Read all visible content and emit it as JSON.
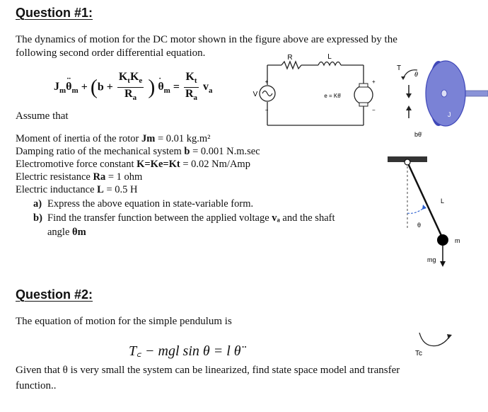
{
  "q1": {
    "heading": "Question #1:",
    "intro": "The dynamics of motion for the DC motor shown in the figure above are expressed by the following second order differential equation.",
    "assume": "Assume that",
    "givens": [
      {
        "pre": "Moment of inertia of the rotor ",
        "sym": "Jm",
        "post": " = 0.01 kg.m²"
      },
      {
        "pre": "Damping ratio of the mechanical system ",
        "sym": "b",
        "post": " = 0.001 N.m.sec"
      },
      {
        "pre": "Electromotive force constant ",
        "sym": "K=Ke=Kt",
        "post": " = 0.02 Nm/Amp"
      },
      {
        "pre": "Electric resistance ",
        "sym": "Ra",
        "post": " = 1 ohm"
      },
      {
        "pre": "Electric inductance ",
        "sym": "L",
        "post": " = 0.5 H"
      }
    ],
    "items": [
      {
        "label": "a)",
        "text": "Express the above equation in state-variable form."
      },
      {
        "label": "b)",
        "text1": "Find the transfer function between the applied voltage ",
        "sym1": "vₐ",
        "text2": " and the shaft",
        "text3": "angle ",
        "sym2": "θm"
      }
    ],
    "circuit": {
      "R": "R",
      "L": "L",
      "V": "V",
      "emf": "e = Kθ̇"
    },
    "disk": {
      "T": "T",
      "theta": "θ",
      "J": "J",
      "b": "bθ̇"
    }
  },
  "pendulum": {
    "L": "L",
    "theta": "θ",
    "m": "m",
    "mg": "mg"
  },
  "q2": {
    "heading": "Question #2:",
    "intro": "The equation of motion for the simple pendulum is",
    "equation": "T꜀ − mgl sin θ = l θ̈",
    "given": "Given that θ is very small the system can be linearized, find state space model and transfer function..",
    "tc_label": "Tc"
  }
}
